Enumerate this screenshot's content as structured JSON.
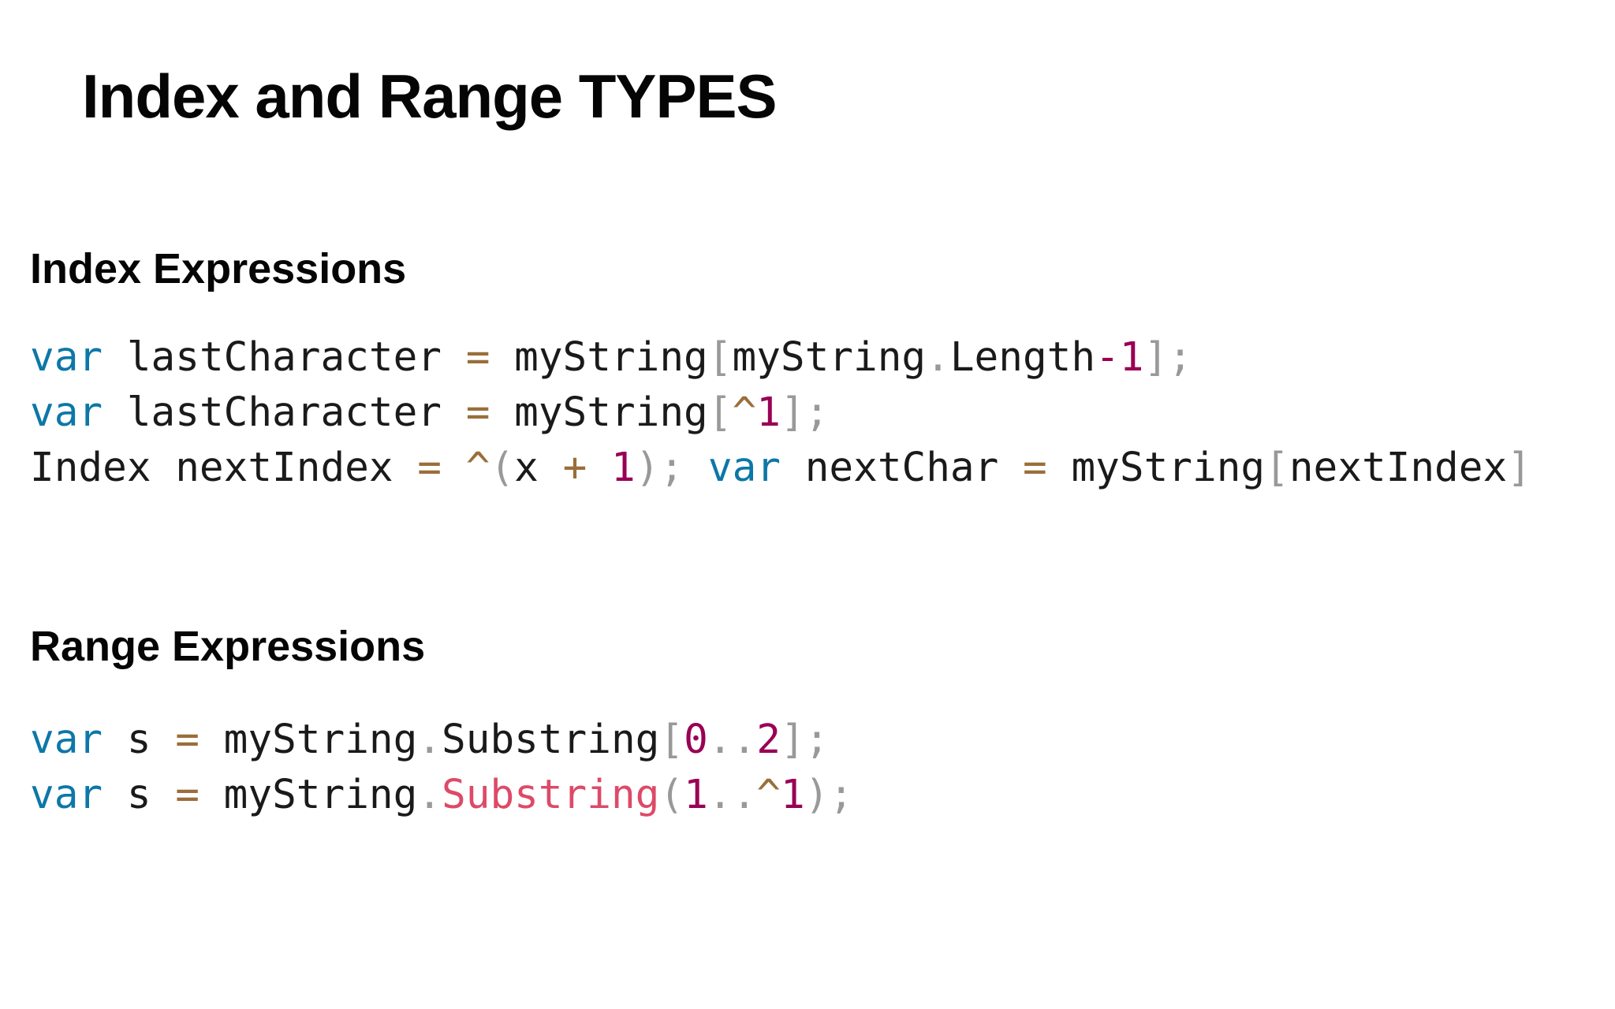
{
  "page": {
    "title": "Index and Range TYPES",
    "background": "#ffffff"
  },
  "colors": {
    "plain": "#1a1a1a",
    "keyword": "#0d77a8",
    "operator": "#9a6e3a",
    "punctuation": "#999999",
    "number": "#990055",
    "function": "#dd4a68",
    "heading": "#050505"
  },
  "sections": [
    {
      "heading": "Index Expressions",
      "code_lines": [
        {
          "text": "var lastCharacter = myString[myString.Length-1];",
          "tokens": [
            {
              "t": "var",
              "c": "keyword"
            },
            {
              "t": " lastCharacter ",
              "c": "plain"
            },
            {
              "t": "=",
              "c": "operator"
            },
            {
              "t": " myString",
              "c": "plain"
            },
            {
              "t": "[",
              "c": "punctuation"
            },
            {
              "t": "myString",
              "c": "plain"
            },
            {
              "t": ".",
              "c": "punctuation"
            },
            {
              "t": "Length",
              "c": "plain"
            },
            {
              "t": "-1",
              "c": "number"
            },
            {
              "t": "];",
              "c": "punctuation"
            }
          ]
        },
        {
          "text": "var lastCharacter = myString[^1];",
          "tokens": [
            {
              "t": "var",
              "c": "keyword"
            },
            {
              "t": " lastCharacter ",
              "c": "plain"
            },
            {
              "t": "=",
              "c": "operator"
            },
            {
              "t": " myString",
              "c": "plain"
            },
            {
              "t": "[",
              "c": "punctuation"
            },
            {
              "t": "^",
              "c": "operator"
            },
            {
              "t": "1",
              "c": "number"
            },
            {
              "t": "];",
              "c": "punctuation"
            }
          ]
        },
        {
          "text": "Index nextIndex = ^(x + 1); var nextChar = myString[nextIndex]",
          "tokens": [
            {
              "t": "Index nextIndex ",
              "c": "plain"
            },
            {
              "t": "=",
              "c": "operator"
            },
            {
              "t": " ",
              "c": "plain"
            },
            {
              "t": "^",
              "c": "operator"
            },
            {
              "t": "(",
              "c": "punctuation"
            },
            {
              "t": "x ",
              "c": "plain"
            },
            {
              "t": "+",
              "c": "operator"
            },
            {
              "t": " ",
              "c": "plain"
            },
            {
              "t": "1",
              "c": "number"
            },
            {
              "t": ");",
              "c": "punctuation"
            },
            {
              "t": " ",
              "c": "plain"
            },
            {
              "t": "var",
              "c": "keyword"
            },
            {
              "t": " nextChar ",
              "c": "plain"
            },
            {
              "t": "=",
              "c": "operator"
            },
            {
              "t": " myString",
              "c": "plain"
            },
            {
              "t": "[",
              "c": "punctuation"
            },
            {
              "t": "nextIndex",
              "c": "plain"
            },
            {
              "t": "]",
              "c": "punctuation"
            }
          ]
        }
      ]
    },
    {
      "heading": "Range Expressions",
      "code_lines": [
        {
          "text": "var s = myString.Substring[0..2];",
          "tokens": [
            {
              "t": "var",
              "c": "keyword"
            },
            {
              "t": " s ",
              "c": "plain"
            },
            {
              "t": "=",
              "c": "operator"
            },
            {
              "t": " myString",
              "c": "plain"
            },
            {
              "t": ".",
              "c": "punctuation"
            },
            {
              "t": "Substring",
              "c": "plain"
            },
            {
              "t": "[",
              "c": "punctuation"
            },
            {
              "t": "0",
              "c": "number"
            },
            {
              "t": "..",
              "c": "punctuation"
            },
            {
              "t": "2",
              "c": "number"
            },
            {
              "t": "];",
              "c": "punctuation"
            }
          ]
        },
        {
          "text": "var s = myString.Substring(1..^1);",
          "tokens": [
            {
              "t": "var",
              "c": "keyword"
            },
            {
              "t": " s ",
              "c": "plain"
            },
            {
              "t": "=",
              "c": "operator"
            },
            {
              "t": " myString",
              "c": "plain"
            },
            {
              "t": ".",
              "c": "punctuation"
            },
            {
              "t": "Substring",
              "c": "function"
            },
            {
              "t": "(",
              "c": "punctuation"
            },
            {
              "t": "1",
              "c": "number"
            },
            {
              "t": "..",
              "c": "punctuation"
            },
            {
              "t": "^",
              "c": "operator"
            },
            {
              "t": "1",
              "c": "number"
            },
            {
              "t": ");",
              "c": "punctuation"
            }
          ]
        }
      ]
    }
  ]
}
